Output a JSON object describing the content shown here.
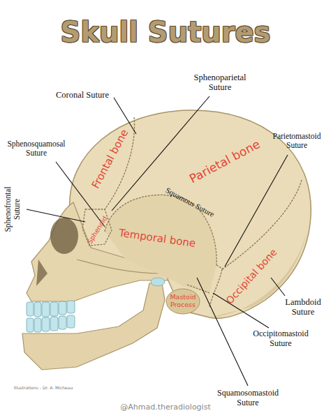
{
  "diagram": {
    "title": "Skull Sutures",
    "labels": [
      "Coronal Suture",
      "Sphenoparietal Suture",
      "Sphenosquamosal Suture",
      "Frontal bone",
      "Parietal bone",
      "Parietomastoid Suture",
      "Sphenofrontal Suture",
      "Squamous Suture",
      "Sphenoid",
      "Temporal bone",
      "Mastoid Process",
      "Occipital bone",
      "Lambdoid Suture",
      "Occipitomastoid Suture",
      "Squamosomastoid Suture",
      "Illustrations - Dr. A. Micheau",
      "@Ahmad.theradiologist"
    ]
  }
}
